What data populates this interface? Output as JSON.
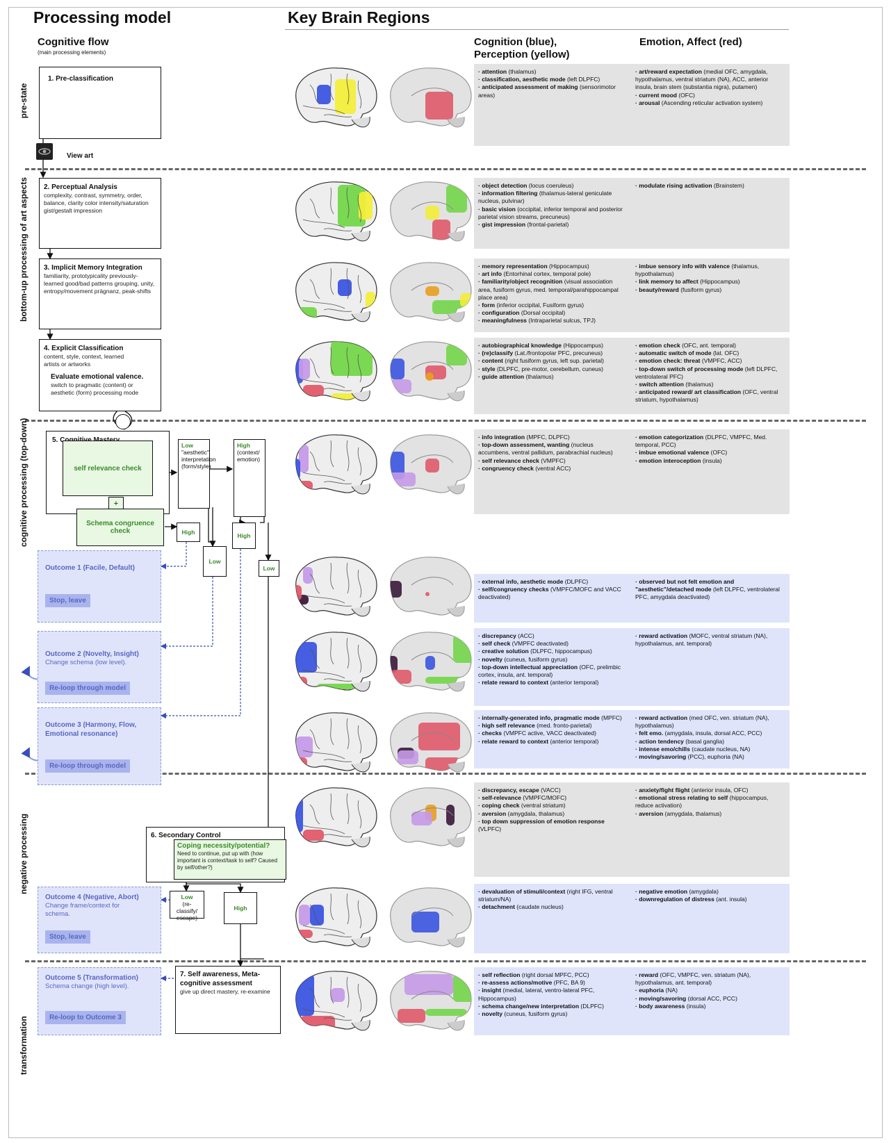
{
  "headers": {
    "processing_model": "Processing model",
    "key_brain_regions": "Key Brain Regions",
    "cognitive_flow": "Cognitive flow",
    "cognitive_flow_sub": "(main processing elements)",
    "col_cognition": "Cognition (blue),",
    "col_perception": "Perception (yellow)",
    "col_emotion": "Emotion, Affect (red)"
  },
  "stage_labels": {
    "pre_state": "pre-state",
    "bottom_up": "bottom-up processing of art aspects",
    "cognitive": "cognitive processing (top-down)",
    "negative": "negative processing",
    "transformation": "transformation"
  },
  "boxes": {
    "b1_title": "1. Pre-classification",
    "view_art": "View art",
    "b2_title": "2. Perceptual Analysis",
    "b2_text": "complexity, contrast, symmetry, order, balance, clarity color intensity/saturation gist/gestalt impression",
    "b3_title": "3.  Implicit Memory Integration",
    "b3_text": "familiarity, prototypicality previously-learned good/bad patterns grouping, unity, entropy/movement prägnanz, peak-shifts",
    "b4_title": "4. Explicit Classification",
    "b4_text": "content, style, context, learned artists or artworks",
    "b4_eval": "Evaluate emotional valence.",
    "b4_eval_text": "switch to pragmatic (content) or aesthetic (form) processing mode",
    "b5_title": "5. Cognitive Mastery",
    "self_relevance": "self relevance check",
    "plus": "+",
    "schema_congruence": "Schema congruence check",
    "low_aesthetic_low": "Low",
    "low_aesthetic_text": "\"aesthetic\" interpretation (form/style)",
    "high_context_high": "High",
    "high_context_text": "(context/ emotion)",
    "high1": "High",
    "low1": "Low",
    "high2": "High",
    "low2": "Low",
    "b6_title": "6. Secondary Control",
    "coping_title": "Coping necessity/potential?",
    "coping_text": "Need to continue, put up with (how important is context/task to self? Caused by self/other?)",
    "low3": "Low",
    "low3_text": "(re-classify/ escape)",
    "high3": "High",
    "b7_title": "7. Self awareness, Meta-cognitive assessment",
    "b7_text": "give up direct mastery, re-examine"
  },
  "outcomes": {
    "o1_title": "Outcome 1 (Facile, Default)",
    "o1_btn": "Stop, leave",
    "o2_title": "Outcome 2 (Novelty, Insight)",
    "o2_sub": "Change schema (low level).",
    "o2_btn": "Re-loop through model",
    "o3_title": "Outcome 3 (Harmony, Flow, Emotional resonance)",
    "o3_btn": "Re-loop through model",
    "o4_title": "Outcome 4 (Negative, Abort)",
    "o4_sub": "Change frame/context for schema.",
    "o4_btn": "Stop, leave",
    "o5_title": "Outcome 5 (Transformation)",
    "o5_sub": "Schema change (high level).",
    "o5_btn": "Re-loop to Outcome 3"
  },
  "panels": [
    {
      "cog": [
        [
          "attention",
          "(thalamus)"
        ],
        [
          "classification, aesthetic mode",
          "(left DLPFC)"
        ],
        [
          "anticipated assessment of making",
          "(sensorimotor areas)"
        ]
      ],
      "emo": [
        [
          "art/reward expectation",
          "(medial OFC, amygdala, hypothalamus, ventral striatum (NA), ACC, anterior insula, brain stem (substantia nigra), putamen)"
        ],
        [
          "current mood",
          "(OFC)"
        ],
        [
          "arousal",
          "(Ascending reticular activation system)"
        ]
      ]
    },
    {
      "cog": [
        [
          "object detection",
          "(locus coeruleus)"
        ],
        [
          "information filtering",
          "(thalamus-lateral geniculate nucleus, pulvinar)"
        ],
        [
          "basic vision",
          "(occipital, inferior temporal and posterior parietal vision streams, precuneus)"
        ],
        [
          "gist impression",
          "(frontal-parietal)"
        ]
      ],
      "emo": [
        [
          "modulate rising activation",
          "(Brainstem)"
        ]
      ]
    },
    {
      "cog": [
        [
          "memory representation",
          "(Hippocampus)"
        ],
        [
          "art info",
          "(Entorhinal cortex, temporal pole)"
        ],
        [
          "familiarity/object recognition",
          "(visual association area, fusiform gyrus, med. temporal/parahippocampal place area)"
        ],
        [
          "form",
          "(inferior occipital, Fusiform gyrus)"
        ],
        [
          "configuration",
          "(Dorsal occipital)"
        ],
        [
          "meaningfulness",
          "(Intraparietal sulcus, TPJ)"
        ]
      ],
      "emo": [
        [
          "imbue sensory info with valence",
          "(thalamus, hypothalamus)"
        ],
        [
          "link memory to affect",
          "(Hippocampus)"
        ],
        [
          "beauty/reward",
          "(fusiform gyrus)"
        ]
      ]
    },
    {
      "cog": [
        [
          "autobiographical knowledge",
          "(Hippocampus)"
        ],
        [
          "(re)classify",
          "(Lat./frontopolar PFC, precuneus)"
        ],
        [
          "content",
          "(right fusiform gyrus, left sup. parietal)"
        ],
        [
          "style",
          "(DLPFC, pre-motor, cerebellum, cuneus)"
        ],
        [
          "guide attention",
          "(thalamus)"
        ]
      ],
      "emo": [
        [
          "emotion check",
          "(OFC, ant. temporal)"
        ],
        [
          "automatic switch of mode",
          "(lat. OFC)"
        ],
        [
          "emotion check: threat",
          "(VMPFC, ACC)"
        ],
        [
          "top-down switch of processing mode",
          "(left DLPFC, ventrolateral PFC)"
        ],
        [
          "switch attention",
          "(thalamus)"
        ],
        [
          "anticipated reward/ art classification",
          "(OFC, ventral striatum, hypothalamus)"
        ]
      ]
    },
    {
      "cog": [
        [
          "info integration",
          "(MPFC, DLPFC)"
        ],
        [
          "top-down assessment, wanting",
          "(nucleus accumbens, ventral pallidum, parabrachial nucleus)"
        ],
        [
          "self relevance check",
          "(VMPFC)"
        ],
        [
          "congruency check",
          "(ventral ACC)"
        ]
      ],
      "emo": [
        [
          "emotion categorization",
          "(DLPFC, VMPFC, Med. temporal, PCC)"
        ],
        [
          "imbue emotional valence",
          "(OFC)"
        ],
        [
          "emotion interoception",
          "(insula)"
        ]
      ]
    },
    {
      "cog": [
        [
          "external info, aesthetic mode",
          "(DLPFC)"
        ],
        [
          "self/congruency checks",
          "(VMPFC/MOFC and VACC deactivated)"
        ]
      ],
      "emo": [
        [
          "observed but not felt emotion and \"aesthetic\"/detached mode",
          "(left DLPFC, ventrolateral PFC, amygdala deactivated)"
        ]
      ]
    },
    {
      "cog": [
        [
          "discrepancy",
          "(ACC)"
        ],
        [
          "self check",
          "(VMPFC deactivated)"
        ],
        [
          "creative solution",
          "(DLPFC, hippocampus)"
        ],
        [
          "novelty",
          "(cuneus, fusiform gyrus)"
        ],
        [
          "top-down intellectual appreciation",
          "(OFC, prelimbic cortex, insula, ant. temporal)"
        ],
        [
          "relate reward to context",
          "(anterior temporal)"
        ]
      ],
      "emo": [
        [
          "reward activation",
          "(MOFC, ventral striatum (NA), hypothalamus, ant. temporal)"
        ]
      ]
    },
    {
      "cog": [
        [
          "internally-generated info, pragmatic mode",
          "(MPFC)"
        ],
        [
          "high self relevance",
          "(med. fronto-parietal)"
        ],
        [
          "checks",
          "(VMPFC active, VACC deactivated)"
        ],
        [
          "relate reward to context",
          "(anterior temporal)"
        ]
      ],
      "emo": [
        [
          "reward activation",
          "(med OFC, ven. striatum (NA), hypothalamus)"
        ],
        [
          "felt emo.",
          "(amygdala, insula, dorsal ACC, PCC)"
        ],
        [
          "action tendency",
          "(basal ganglia)"
        ],
        [
          "intense emo/chills",
          "(caudate nucleus, NA)"
        ],
        [
          "moving/savoring",
          "(PCC), euphoria (NA)"
        ]
      ]
    },
    {
      "cog": [
        [
          "discrepancy, escape",
          "(VACC)"
        ],
        [
          "self-relevance",
          "(VMPFC/MOFC)"
        ],
        [
          "coping check",
          "(ventral striatum)"
        ],
        [
          "aversion",
          "(amygdala, thalamus)"
        ],
        [
          "top down suppression of emotion response",
          "(VLPFC)"
        ]
      ],
      "emo": [
        [
          "anxiety/fight flight",
          "(anterior insula, OFC)"
        ],
        [
          "emotional stress relating to self",
          "(hippocampus, reduce activation)"
        ],
        [
          "aversion",
          "(amygdala, thalamus)"
        ]
      ]
    },
    {
      "cog": [
        [
          "devaluation of stimuli/context",
          "(right IFG, ventral striatum/NA)"
        ],
        [
          "detachment",
          "(caudate nucleus)"
        ]
      ],
      "emo": [
        [
          "negative emotion",
          "(amygdala)"
        ],
        [
          "downregulation of distress",
          "(ant. insula)"
        ]
      ]
    },
    {
      "cog": [
        [
          "self reflection",
          "(right dorsal MPFC, PCC)"
        ],
        [
          "re-assess actions/motive",
          "(PFC, BA 9)"
        ],
        [
          "insight",
          "(medial, lateral, ventro-lateral PFC, Hippocampus)"
        ],
        [
          "schema change/new interpretation",
          "(DLPFC)"
        ],
        [
          "novelty",
          "(cuneus, fusiform gyrus)"
        ]
      ],
      "emo": [
        [
          "reward",
          "(OFC, VMPFC, ven. striatum (NA), hypothalamus, ant. temporal)"
        ],
        [
          "euphoria",
          "(NA)"
        ],
        [
          "moving/savoring",
          "(dorsal ACC, PCC)"
        ],
        [
          "body awareness",
          "(insula)"
        ]
      ]
    }
  ],
  "colors": {
    "cognition": "#3b55e0",
    "perception": "#f2ee3a",
    "emotion": "#e05a6a",
    "green": "#74d64a",
    "purple": "#c59ae8",
    "dark": "#3a1a3a",
    "orange": "#e8a020"
  }
}
